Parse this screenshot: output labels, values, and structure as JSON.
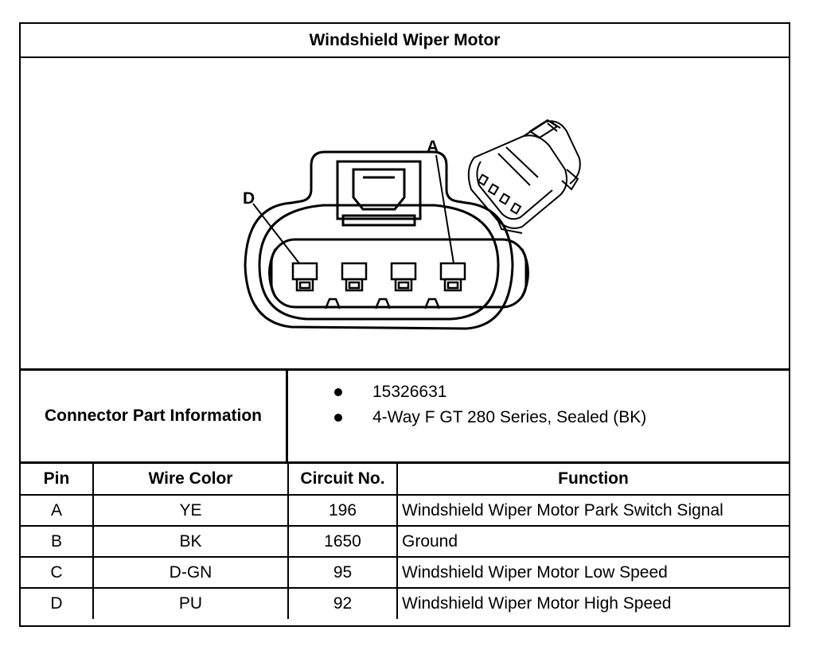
{
  "title": "Windshield Wiper Motor",
  "diagram": {
    "callouts": [
      "A",
      "D"
    ]
  },
  "connector_info": {
    "label": "Connector Part Information",
    "items": [
      "15326631",
      "4-Way F GT 280 Series, Sealed (BK)"
    ]
  },
  "table": {
    "headers": [
      "Pin",
      "Wire Color",
      "Circuit No.",
      "Function"
    ],
    "rows": [
      [
        "A",
        "YE",
        "196",
        "Windshield Wiper Motor Park Switch Signal"
      ],
      [
        "B",
        "BK",
        "1650",
        "Ground"
      ],
      [
        "C",
        "D-GN",
        "95",
        "Windshield Wiper Motor Low Speed"
      ],
      [
        "D",
        "PU",
        "92",
        "Windshield Wiper Motor High Speed"
      ]
    ]
  }
}
